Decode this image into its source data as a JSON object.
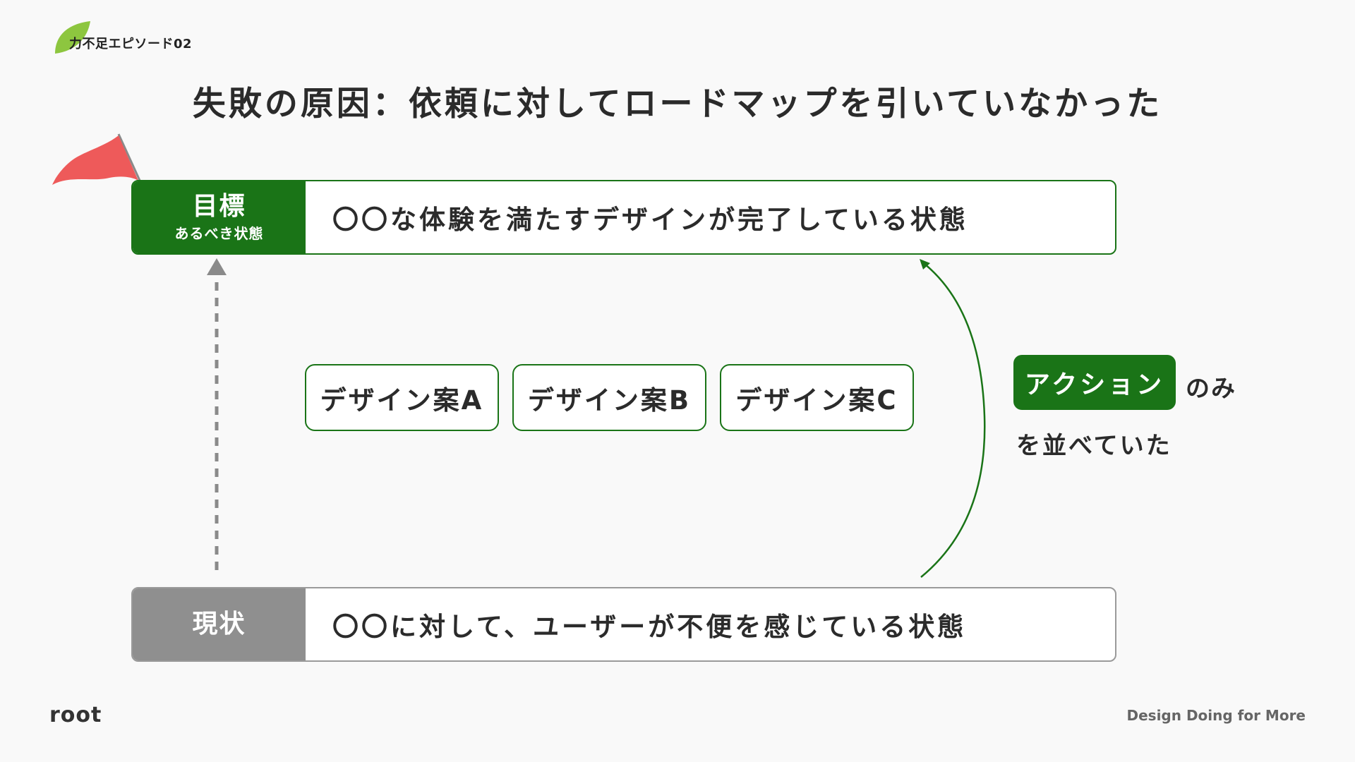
{
  "header": {
    "tag": "力不足エピソード02"
  },
  "title": "失敗の原因：依頼に対してロードマップを引いていなかった",
  "goal": {
    "label": "目標",
    "sublabel": "あるべき状態",
    "text": "〇〇な体験を満たすデザインが完了している状態"
  },
  "current": {
    "label": "現状",
    "text": "〇〇に対して、ユーザーが不便を感じている状態"
  },
  "options": [
    "デザイン案A",
    "デザイン案B",
    "デザイン案C"
  ],
  "note": {
    "highlight": "アクション",
    "suffix": "のみ",
    "line2": "を並べていた"
  },
  "footer": {
    "logo": "root",
    "tagline": "Design Doing for More"
  },
  "colors": {
    "accent_green": "#1a7417",
    "leaf_green": "#8dc63f",
    "flag_red": "#ee5a5a",
    "current_gray": "#8f8f8f",
    "dashed_arrow_gray": "#8a8a8a"
  },
  "icons": {
    "leaf": "leaf-icon",
    "flag": "flag-icon"
  }
}
